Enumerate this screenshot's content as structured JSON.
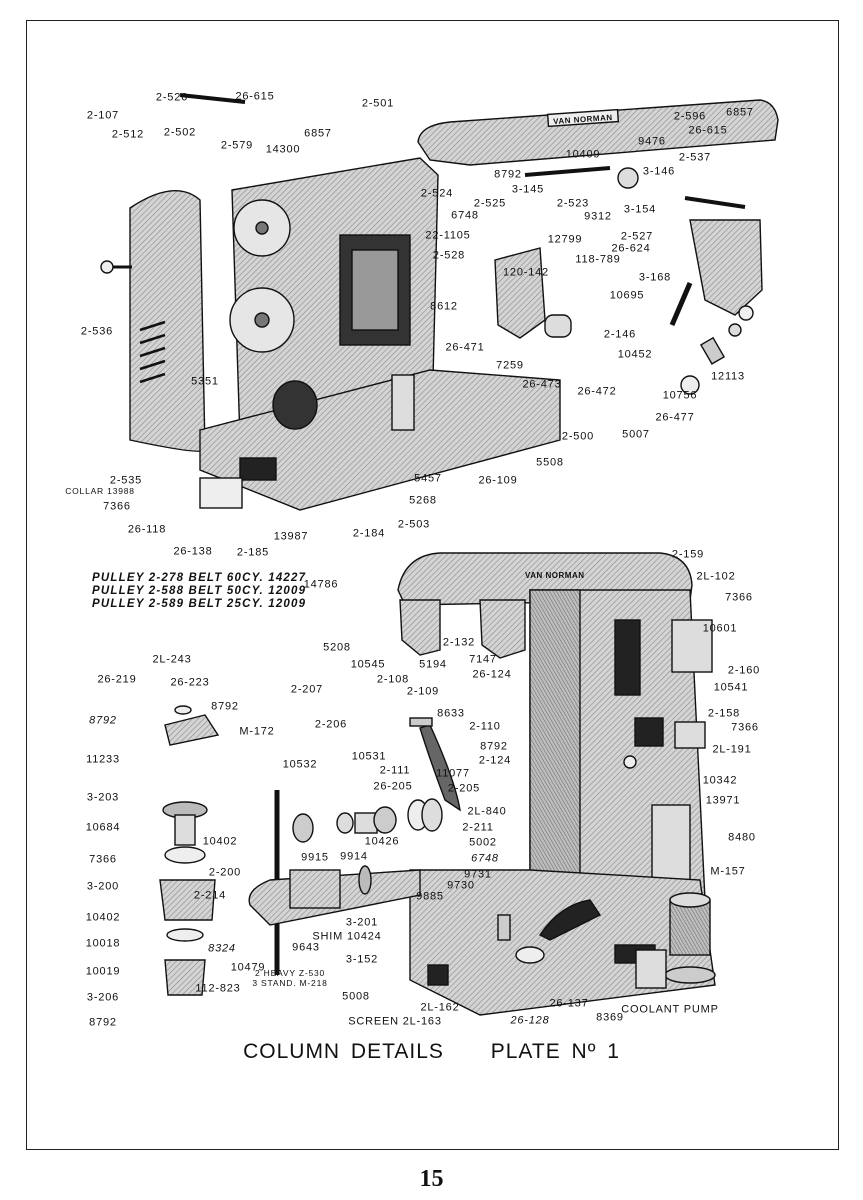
{
  "plate": {
    "title": "COLUMN DETAILS",
    "plate_label": "PLATE Nº 1",
    "page_number": "15",
    "brand_logo": "VAN NORMAN"
  },
  "pulley_notes": [
    "PULLEY  2-278  BELT  60CY. 14227",
    "PULLEY  2-588  BELT  50CY. 12009",
    "PULLEY  2-589  BELT  25CY. 12009"
  ],
  "labels": [
    "2-526",
    "26-615",
    "2-107",
    "2-512",
    "2-502",
    "6857",
    "2-579",
    "14300",
    "2-501",
    "2-596",
    "6857",
    "26-615",
    "9476",
    "10409",
    "2-537",
    "3-146",
    "8792",
    "3-145",
    "2-523",
    "3-154",
    "9312",
    "2-524",
    "2-525",
    "6748",
    "22-1105",
    "12799",
    "2-527",
    "26-624",
    "2-528",
    "118-789",
    "120-142",
    "3-168",
    "10695",
    "8612",
    "2-536",
    "2-146",
    "26-471",
    "10452",
    "7259",
    "12113",
    "26-473",
    "26-472",
    "10756",
    "26-477",
    "5007",
    "5351",
    "2-500",
    "5508",
    "26-109",
    "5457",
    "5268",
    "2-535",
    "COLLAR 13988",
    "7366",
    "2-503",
    "2-184",
    "13987",
    "26-118",
    "26-138",
    "2-185",
    "14786",
    "2-159",
    "2L-102",
    "7366",
    "10601",
    "2-160",
    "10541",
    "5208",
    "10545",
    "5194",
    "7147",
    "2-132",
    "26-124",
    "2-108",
    "2-109",
    "8633",
    "2-110",
    "8792",
    "2-124",
    "2-111",
    "11077",
    "26-205",
    "2-205",
    "2L-840",
    "2-211",
    "10426",
    "5002",
    "6748",
    "9731",
    "9730",
    "9885",
    "2-158",
    "7366",
    "2L-191",
    "10342",
    "13971",
    "8480",
    "M-157",
    "2L-243",
    "26-219",
    "26-223",
    "8792",
    "8792",
    "M-172",
    "11233",
    "2-207",
    "2-206",
    "10531",
    "10532",
    "3-203",
    "10684",
    "10402",
    "7366",
    "9915",
    "9914",
    "2-200",
    "3-200",
    "2-214",
    "3-201",
    "SHIM 10424",
    "9643",
    "10402",
    "8324",
    "10018",
    "3-152",
    "10019",
    "10479",
    "2 HEAVY Z-530",
    "3 STAND. M-218",
    "3-206",
    "112-823",
    "5008",
    "2L-162",
    "SCREEN 2L-163",
    "26-128",
    "26-137",
    "8369",
    "COOLANT PUMP",
    "8792"
  ]
}
